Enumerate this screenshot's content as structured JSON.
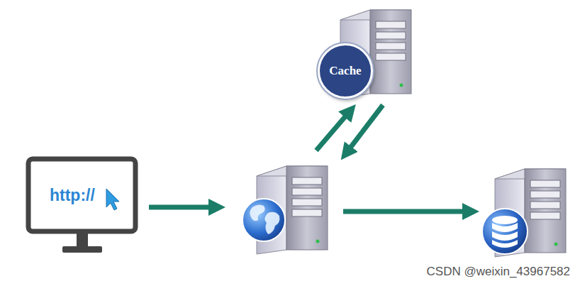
{
  "diagram": {
    "nodes": [
      {
        "text": [
          "http://"
        ]
      },
      {
        "text": [
          "Cache"
        ]
      }
    ],
    "labels": [
      "CSDN @weixin_43967582"
    ]
  }
}
